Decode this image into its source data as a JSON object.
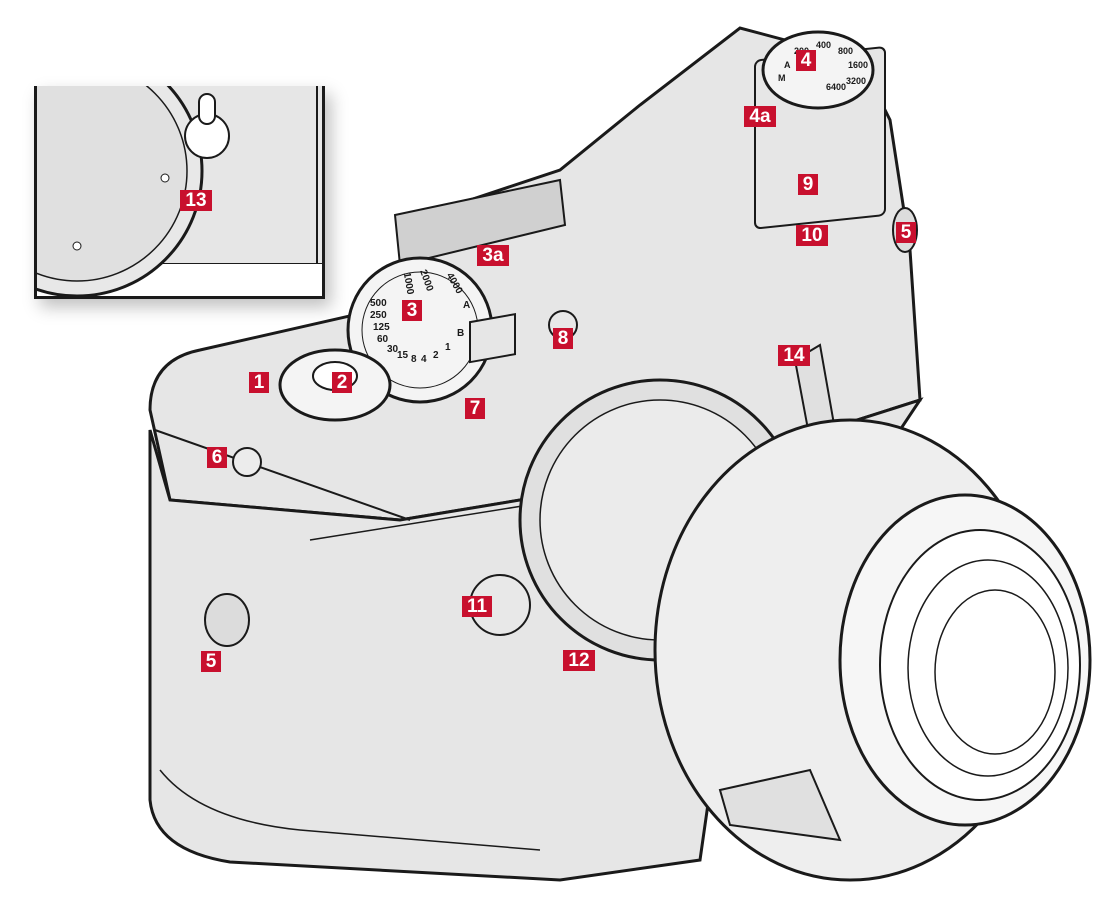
{
  "callouts": {
    "c1": "1",
    "c2": "2",
    "c3": "3",
    "c3a": "3a",
    "c4": "4",
    "c4a": "4a",
    "c5_left": "5",
    "c5_right": "5",
    "c6": "6",
    "c7": "7",
    "c8": "8",
    "c9": "9",
    "c10": "10",
    "c11": "11",
    "c12": "12",
    "c13": "13",
    "c14": "14"
  },
  "shutter_dial": {
    "speeds": [
      "4000",
      "2000",
      "1000",
      "500",
      "250",
      "125",
      "60",
      "30",
      "15",
      "8",
      "4",
      "2",
      "1",
      "B",
      "A"
    ]
  },
  "iso_dial": {
    "values": [
      "M",
      "A",
      "200",
      "400",
      "800",
      "1600",
      "3200",
      "6400"
    ]
  },
  "colors": {
    "callout_red": "#c8102e",
    "body_gray": "#e6e6e6",
    "outline": "#1a1a1a"
  }
}
